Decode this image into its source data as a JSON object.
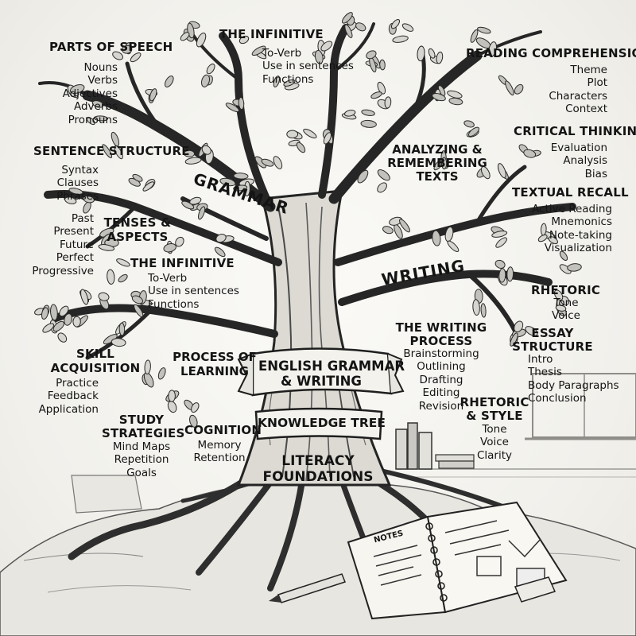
{
  "center": {
    "banner_lines": [
      "ENGLISH GRAMMAR",
      "& WRITING"
    ],
    "subtitle": "KNOWLEDGE TREE",
    "trunk_lines": [
      "LITERACY",
      "FOUNDATIONS"
    ]
  },
  "branches": {
    "grammar": "GRAMMAR",
    "analyzing": [
      "ANALYZING &",
      "REMEMBERING",
      "TEXTS"
    ],
    "writing": "WRITING",
    "learning": [
      "PROCESS OF",
      "LEARNING"
    ]
  },
  "topics": {
    "parts_of_speech": {
      "title": "PARTS OF SPEECH",
      "items": [
        "Nouns",
        "Verbs",
        "Adjectives",
        "Adverbs",
        "Pronouns"
      ]
    },
    "infinitive_top": {
      "title": "THE INFINITIVE",
      "items": [
        "To-Verb",
        "Use in sentences",
        "Functions"
      ]
    },
    "reading_comprehension": {
      "title": "READING COMPREHENSION",
      "items": [
        "Theme",
        "Plot",
        "Characters",
        "Context"
      ]
    },
    "sentence_structure": {
      "title": "SENTENCE STRUCTURE",
      "items": [
        "Syntax",
        "Clauses",
        "Phrases"
      ]
    },
    "critical_thinking": {
      "title": "CRITICAL THINKING",
      "items": [
        "Evaluation",
        "Analysis",
        "Bias"
      ]
    },
    "textual_recall": {
      "title": "TEXTUAL RECALL",
      "items": [
        "Active Reading",
        "Mnemonics",
        "Note-taking",
        "Visualization"
      ]
    },
    "tenses": {
      "title_lines": [
        "TENSES &",
        "ASPECTS"
      ],
      "items": [
        "Past",
        "Present",
        "Future",
        "Perfect",
        "Progressive"
      ]
    },
    "infinitive_mid": {
      "title": "THE INFINITIVE",
      "items": [
        "To-Verb",
        "Use in sentences",
        "Functions"
      ]
    },
    "rhetoric_right": {
      "title": "RHETORIC",
      "items": [
        "Tone",
        "Voice"
      ]
    },
    "writing_process": {
      "title_lines": [
        "THE WRITING",
        "PROCESS"
      ],
      "items": [
        "Brainstorming",
        "Outlining",
        "Drafting",
        "Editing",
        "Revision"
      ]
    },
    "essay_structure": {
      "title_lines": [
        "ESSAY",
        "STRUCTURE"
      ],
      "items": [
        "Intro",
        "Thesis",
        "Body Paragraphs",
        "Conclusion"
      ]
    },
    "rhetoric_style": {
      "title_lines": [
        "RHETORIC",
        "& STYLE"
      ],
      "items": [
        "Tone",
        "Voice",
        "Clarity"
      ]
    },
    "skill_acquisition": {
      "title_lines": [
        "SKILL",
        "ACQUISITION"
      ],
      "items": [
        "Practice",
        "Feedback",
        "Application"
      ]
    },
    "study_strategies": {
      "title_lines": [
        "STUDY",
        "STRATEGIES"
      ],
      "items": [
        "Mind Maps",
        "Repetition",
        "Goals"
      ]
    },
    "cognition": {
      "title": "COGNITION",
      "items": [
        "Memory",
        "Retention"
      ]
    }
  },
  "notebook": {
    "label": "NOTES"
  },
  "colors": {
    "ink": "#141414",
    "paper": "#f4f3ef",
    "bark": "#3a3a3a"
  }
}
